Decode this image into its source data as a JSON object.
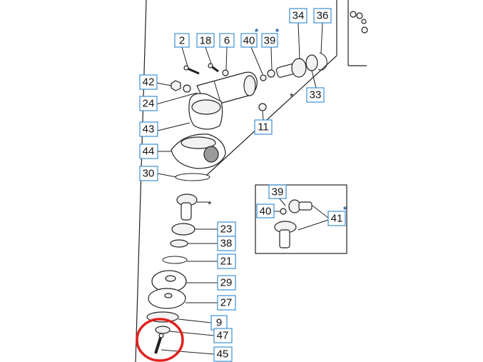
{
  "callouts": {
    "c2": "2",
    "c18": "18",
    "c6": "6",
    "c40a": "40",
    "c39a": "39",
    "c34": "34",
    "c36": "36",
    "c42": "42",
    "c24": "24",
    "c33": "33",
    "c11": "11",
    "c43": "43",
    "c44": "44",
    "c30": "30",
    "c39b": "39",
    "c40b": "40",
    "c41": "41",
    "c23": "23",
    "c38": "38",
    "c21": "21",
    "c29": "29",
    "c27": "27",
    "c9": "9",
    "c47": "47",
    "c45": "45"
  },
  "marks": {
    "asterisk": "*"
  },
  "colors": {
    "callout_border": "#3b8fd4",
    "highlight_circle": "#e0201e",
    "asterisk_blue": "#1e5aa8"
  }
}
